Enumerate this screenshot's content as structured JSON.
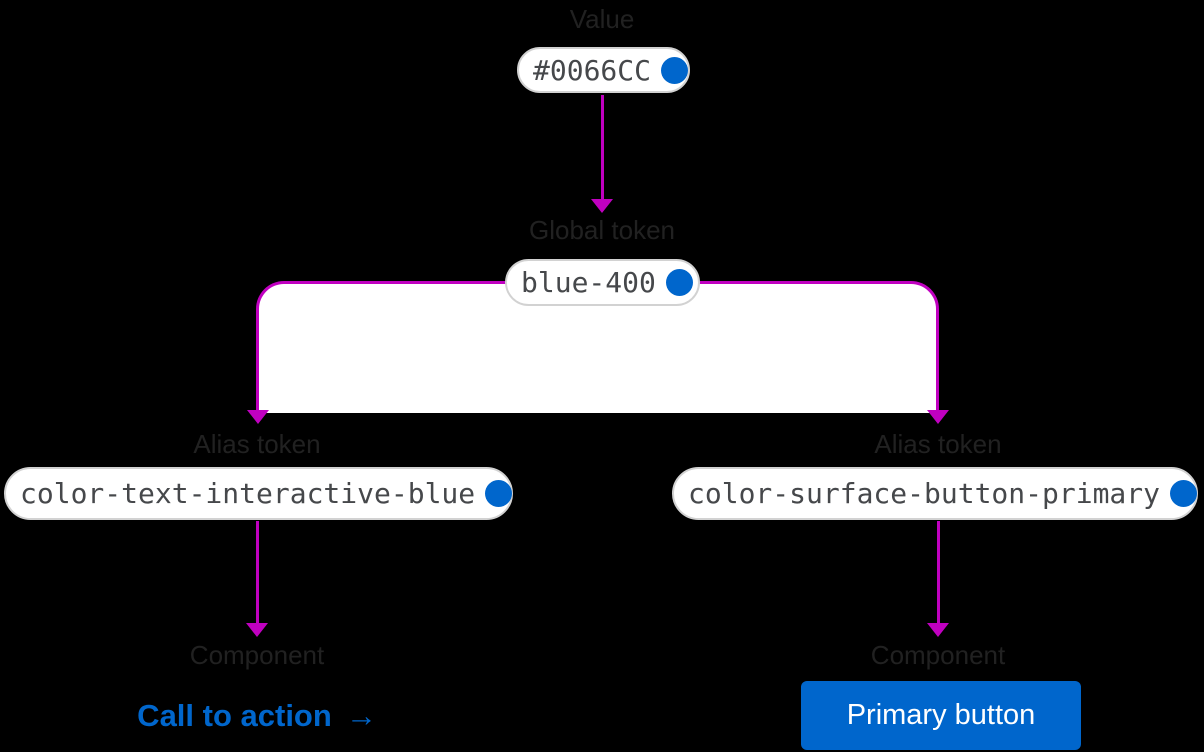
{
  "colors": {
    "background": "#000000",
    "arrow": "#C000C0",
    "accent_blue": "#0066CC",
    "pill_background": "#FFFFFF",
    "pill_border": "#D2D2D2",
    "label_text": "#212121",
    "mono_text": "#46484B",
    "button_text": "#FFFFFF"
  },
  "nodes": {
    "value": {
      "label": "Value",
      "token": "#0066CC",
      "dot_color": "#0066CC"
    },
    "global_token": {
      "label": "Global token",
      "token": "blue-400",
      "dot_color": "#0066CC"
    },
    "alias_left": {
      "label": "Alias token",
      "token": "color-text-interactive-blue",
      "dot_color": "#0066CC"
    },
    "alias_right": {
      "label": "Alias token",
      "token": "color-surface-button-primary",
      "dot_color": "#0066CC"
    },
    "component_left": {
      "label": "Component",
      "link_text": "Call to action",
      "link_arrow": "→"
    },
    "component_right": {
      "label": "Component",
      "button_label": "Primary button"
    }
  }
}
